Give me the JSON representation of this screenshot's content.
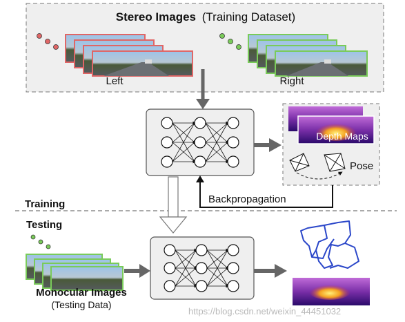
{
  "title": {
    "bold": "Stereo Images",
    "rest": "(Training Dataset)"
  },
  "left_label": "Left",
  "right_label": "Right",
  "depth_label": "Depth Maps",
  "pose_label": "Pose",
  "backprop_label": "Backpropagation",
  "training_label": "Training",
  "testing_label": "Testing",
  "mono_label": "Monocular Images",
  "mono_sub": "(Testing Data)",
  "watermark": "https://blog.csdn.net/weixin_44451032",
  "colors": {
    "left_frame": "#e06666",
    "right_frame": "#7acb5a",
    "mono_frame": "#7acb5a",
    "panel_fill": "#efefef",
    "arrow": "#666666",
    "trajectory": "#2b47c9"
  }
}
